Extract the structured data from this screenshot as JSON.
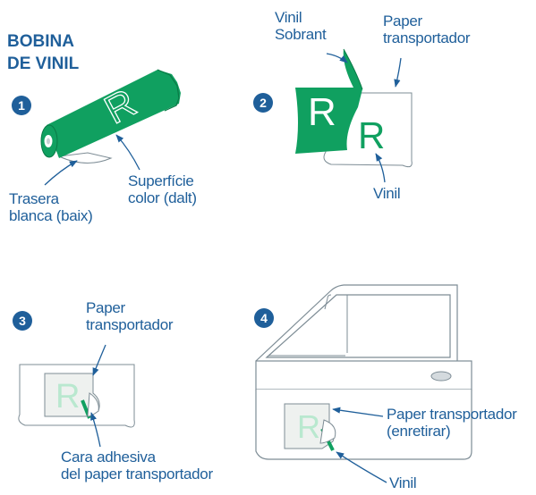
{
  "title": {
    "line1": "BOBINA",
    "line2": "DE VINIL"
  },
  "steps": [
    {
      "number": "1"
    },
    {
      "number": "2"
    },
    {
      "number": "3"
    },
    {
      "number": "4"
    }
  ],
  "panel1": {
    "letter": "R",
    "back_label": [
      "Trasera",
      "blanca (baix)"
    ],
    "face_label": [
      "Superfície",
      "color (dalt)"
    ]
  },
  "panel2": {
    "letter_peeled": "R",
    "letter_vinyl": "R",
    "excess_label": [
      "Vinil",
      "Sobrant"
    ],
    "carrier_label": [
      "Paper",
      "transportador"
    ],
    "vinyl_label": "Vinil"
  },
  "panel3": {
    "letter": "R",
    "carrier_label": [
      "Paper",
      "transportador"
    ],
    "adhesive_label": [
      "Cara adhesiva",
      "del paper transportador"
    ]
  },
  "panel4": {
    "letter": "R",
    "carrier_label": [
      "Paper transportador",
      "(enretirar)"
    ],
    "vinyl_label": "Vinil"
  },
  "colors": {
    "accent_blue": "#1f5f9a",
    "vinyl_green": "#10a060",
    "line_gray": "#7d8c95",
    "paper_gray": "#eef1ef"
  }
}
